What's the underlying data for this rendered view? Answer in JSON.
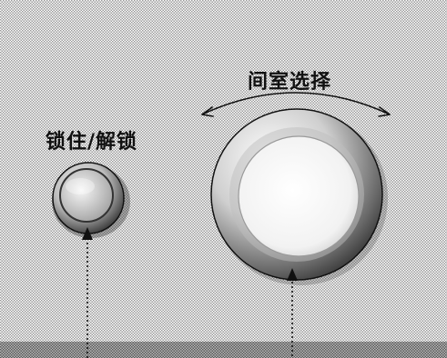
{
  "panel": {
    "lock_label": "锁住/解锁",
    "room_select_label": "间室选择"
  },
  "controls": {
    "lock_button": {
      "icon": "round-push-button"
    },
    "room_knob": {
      "icon": "rotary-knob"
    }
  },
  "colors": {
    "background_dots": "#9a9a9a",
    "background_base": "#ffffff",
    "outline": "#111111",
    "knob_face": "#f4f4f4",
    "knob_ring": "#8a8a8a"
  }
}
